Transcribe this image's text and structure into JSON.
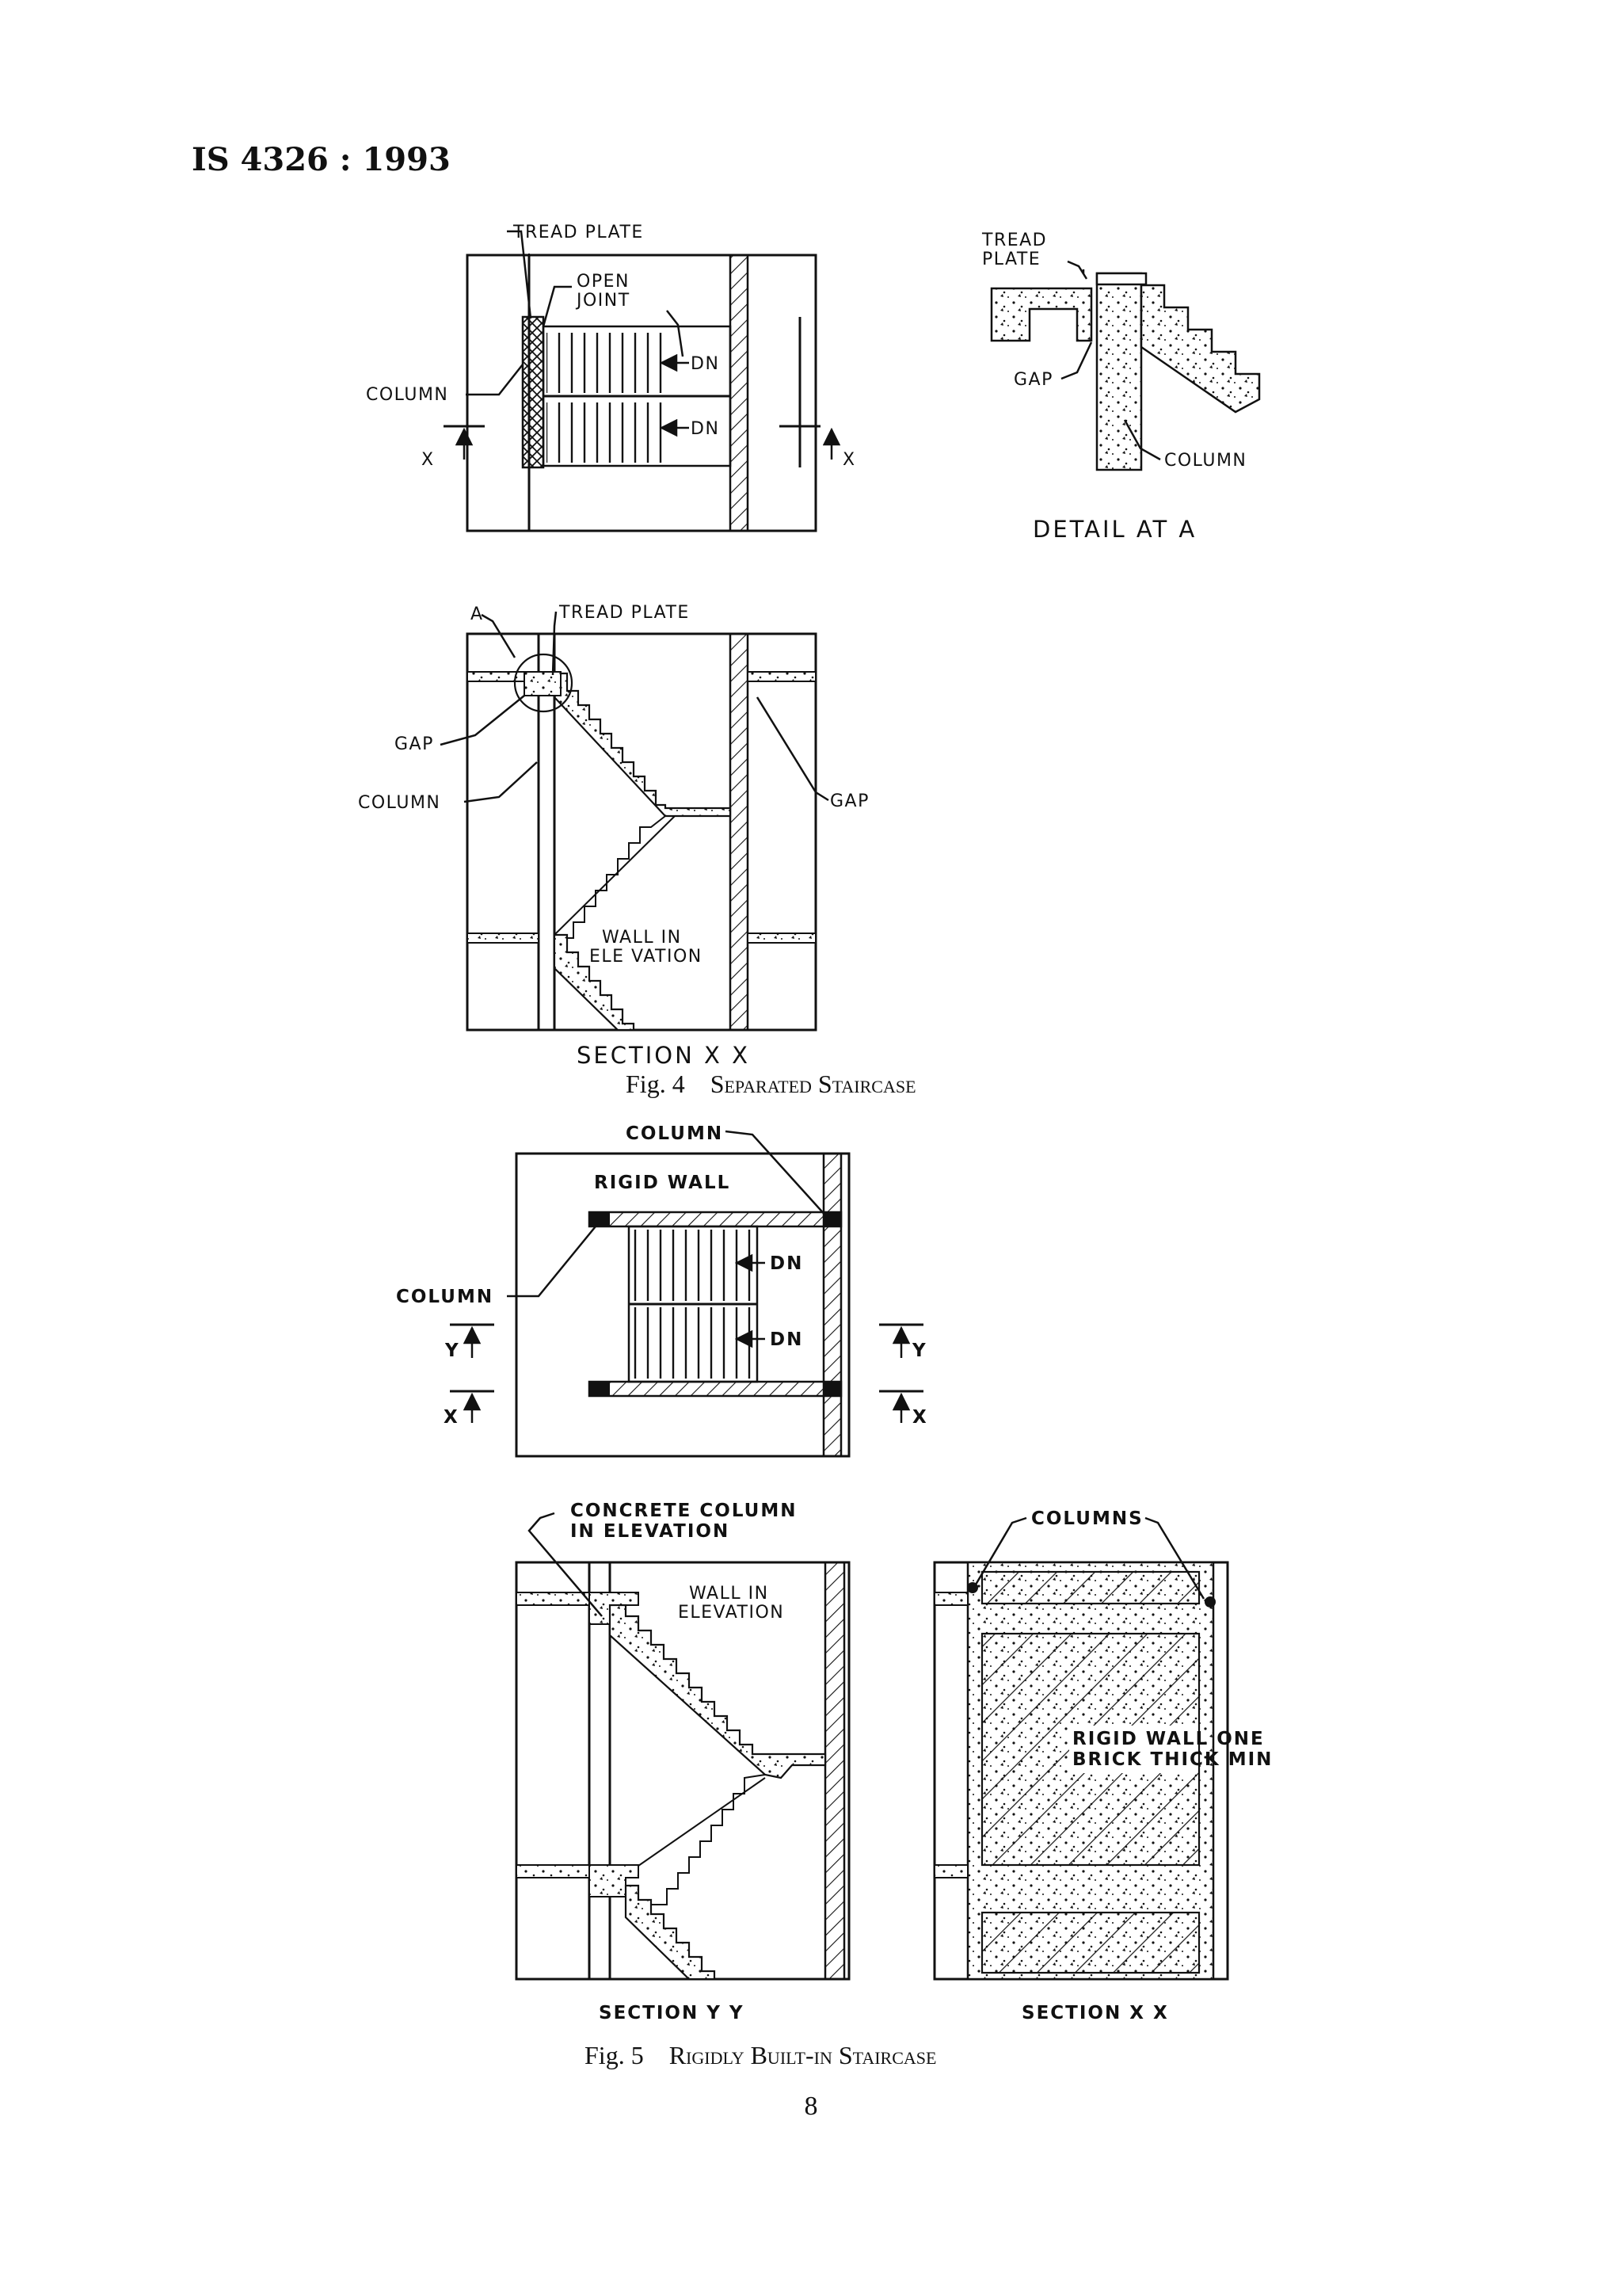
{
  "header": {
    "standard": "IS 4326 : 1993"
  },
  "fig4": {
    "plan": {
      "tread_plate": "TREAD PLATE",
      "open_joint_1": "OPEN",
      "open_joint_2": "JOINT",
      "column": "COLUMN",
      "dn1": "DN",
      "dn2": "DN",
      "x_left": "X",
      "x_right": "X"
    },
    "detail": {
      "tread_1": "TREAD",
      "tread_2": "PLATE",
      "gap": "GAP",
      "column": "COLUMN",
      "title": "DETAIL  AT  A"
    },
    "section": {
      "a": "A",
      "tread_plate": "TREAD PLATE",
      "gap_left": "GAP",
      "column": "COLUMN",
      "gap_right": "GAP",
      "wall_1": "WALL  IN",
      "wall_2": "ELE VATION",
      "title": "SECTION  X X"
    },
    "caption_num": "Fig. 4",
    "caption_text": "Separated Staircase"
  },
  "fig5": {
    "plan": {
      "column_top": "COLUMN",
      "rigid_wall": "RIGID  WALL",
      "column_left": "COLUMN",
      "dn1": "DN",
      "dn2": "DN",
      "y_left": "Y",
      "x_left": "X",
      "y_right": "Y",
      "x_right": "X"
    },
    "section_yy": {
      "concrete_1": "CONCRETE  COLUMN",
      "concrete_2": "IN  ELEVATION",
      "wall_1": "WALL  IN",
      "wall_2": "ELEVATION",
      "title": "SECTION  Y Y"
    },
    "section_xx": {
      "columns": "COLUMNS",
      "rigid_1": "RIGID WALL ONE",
      "rigid_2": "BRICK THICK MIN",
      "title": "SECTION  X X"
    },
    "caption_num": "Fig. 5",
    "caption_text": "Rigidly Built-in Staircase"
  },
  "page_number": "8"
}
